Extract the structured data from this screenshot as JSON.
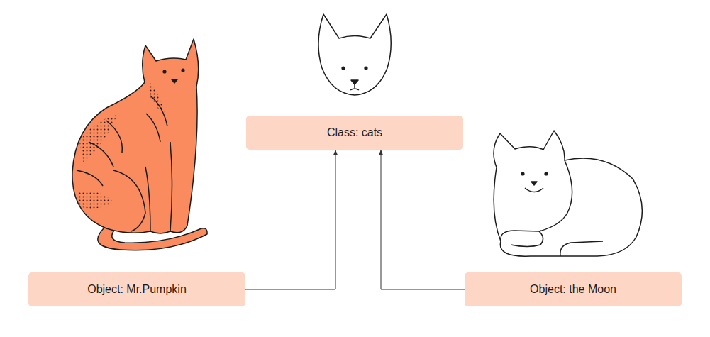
{
  "diagram": {
    "nodes": [
      {
        "text": [
          "Class: cats"
        ]
      },
      {
        "text": [
          "Object: Mr.Pumpkin"
        ]
      },
      {
        "text": [
          "Object: the Moon"
        ]
      }
    ],
    "edges": [
      {
        "from": 1,
        "to": 0,
        "arrow": "to"
      },
      {
        "from": 2,
        "to": 0,
        "arrow": "to"
      }
    ]
  }
}
